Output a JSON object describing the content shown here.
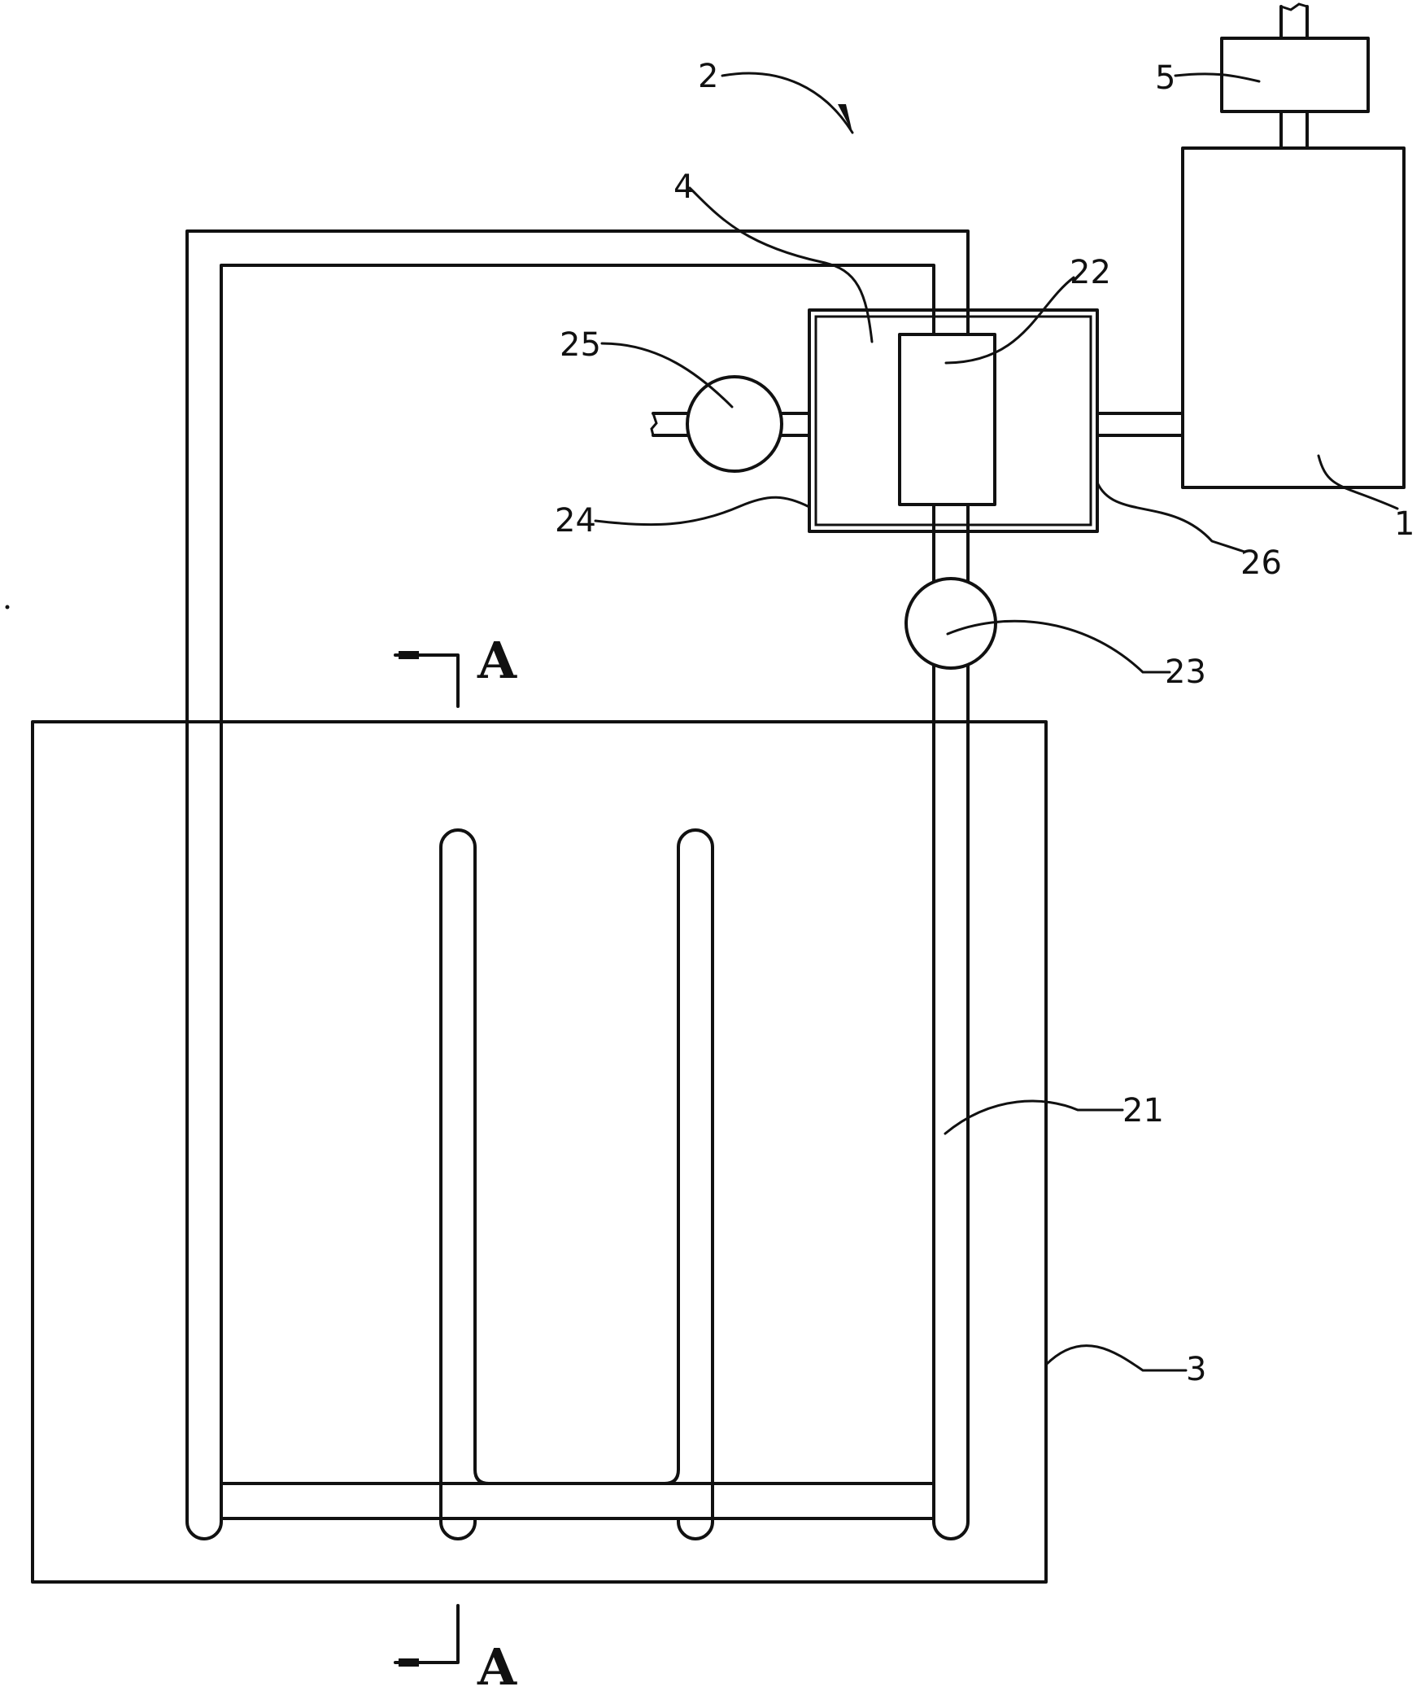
{
  "diagram": {
    "labels": {
      "c1": "1",
      "c2": "2",
      "c3": "3",
      "c4": "4",
      "c5": "5",
      "c21": "21",
      "c22": "22",
      "c23": "23",
      "c24": "24",
      "c25": "25",
      "c26": "26"
    },
    "section": {
      "top": "A",
      "bottom": "A"
    }
  }
}
